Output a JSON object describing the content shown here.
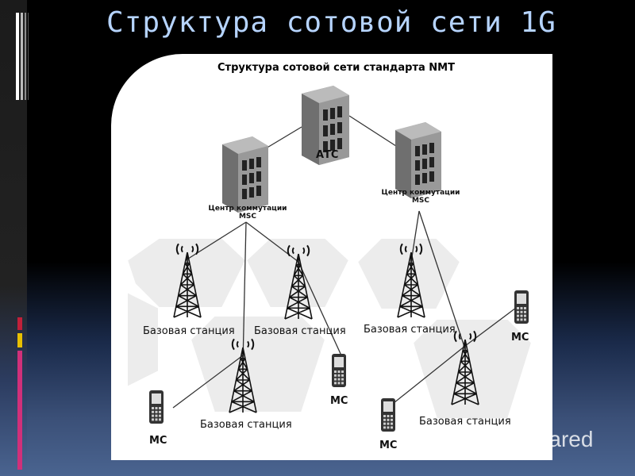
{
  "slide": {
    "title": "Структура сотовой сети 1G"
  },
  "diagram": {
    "title": "Структура сотовой сети стандарта NMT",
    "atc_label": "АТС",
    "msc_left_line1": "Центр коммутации",
    "msc_left_line2": "MSC",
    "msc_right_line1": "Центр коммутации",
    "msc_right_line2": "MSC",
    "base_stations": [
      "Базовая станция",
      "Базовая станция",
      "Базовая станция",
      "Базовая станция",
      "Базовая станция"
    ],
    "mobile_stations": [
      "МС",
      "МС",
      "МС",
      "МС"
    ]
  },
  "watermark": {
    "text": "MyShared"
  },
  "colors": {
    "title": "#b6d4ff",
    "accent_red": "#c0203a",
    "accent_yellow": "#e8c000",
    "accent_magenta": "#d0307a"
  }
}
